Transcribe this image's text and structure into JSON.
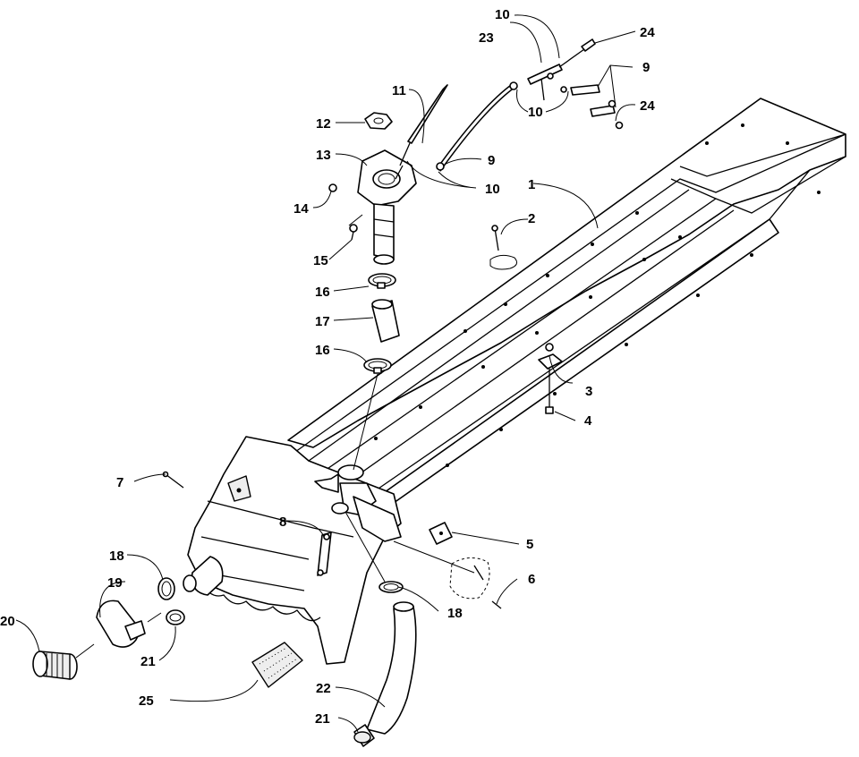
{
  "diagram": {
    "callouts": [
      {
        "id": "c1",
        "label": "1"
      },
      {
        "id": "c2",
        "label": "2"
      },
      {
        "id": "c3",
        "label": "3"
      },
      {
        "id": "c4",
        "label": "4"
      },
      {
        "id": "c5",
        "label": "5"
      },
      {
        "id": "c6",
        "label": "6"
      },
      {
        "id": "c7",
        "label": "7"
      },
      {
        "id": "c8",
        "label": "8"
      },
      {
        "id": "c9a",
        "label": "9"
      },
      {
        "id": "c9b",
        "label": "9"
      },
      {
        "id": "c10a",
        "label": "10"
      },
      {
        "id": "c10b",
        "label": "10"
      },
      {
        "id": "c10c",
        "label": "10"
      },
      {
        "id": "c11",
        "label": "11"
      },
      {
        "id": "c12",
        "label": "12"
      },
      {
        "id": "c13",
        "label": "13"
      },
      {
        "id": "c14",
        "label": "14"
      },
      {
        "id": "c15",
        "label": "15"
      },
      {
        "id": "c16a",
        "label": "16"
      },
      {
        "id": "c16b",
        "label": "16"
      },
      {
        "id": "c17",
        "label": "17"
      },
      {
        "id": "c18a",
        "label": "18"
      },
      {
        "id": "c18b",
        "label": "18"
      },
      {
        "id": "c19",
        "label": "19"
      },
      {
        "id": "c20",
        "label": "20"
      },
      {
        "id": "c21a",
        "label": "21"
      },
      {
        "id": "c21b",
        "label": "21"
      },
      {
        "id": "c22",
        "label": "22"
      },
      {
        "id": "c23",
        "label": "23"
      },
      {
        "id": "c24a",
        "label": "24"
      },
      {
        "id": "c24b",
        "label": "24"
      },
      {
        "id": "c25",
        "label": "25"
      }
    ]
  }
}
